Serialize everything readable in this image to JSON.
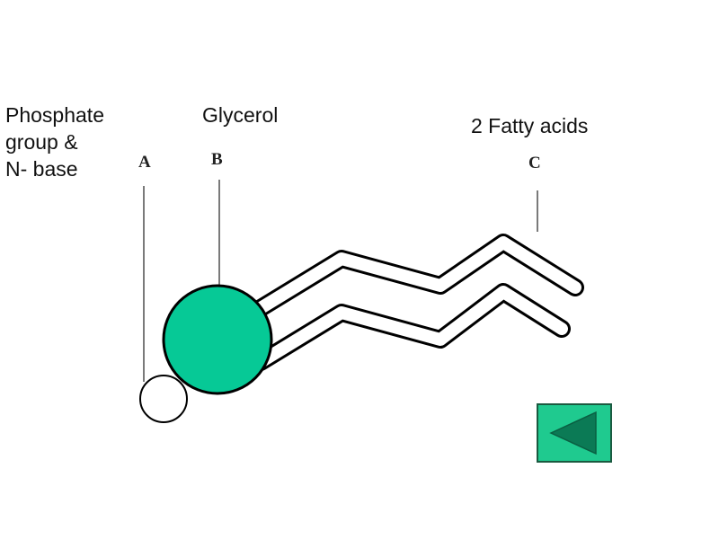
{
  "labels": {
    "phosphate": [
      "Phosphate",
      "group &",
      "N- base"
    ],
    "glycerol": "Glycerol",
    "fatty_acids": "2 Fatty acids"
  },
  "letters": {
    "a": "A",
    "b": "B",
    "c": "C"
  },
  "colors": {
    "glycerol_fill": "#06c996",
    "back_button_fill": "#1fca8f",
    "back_button_arrow": "#0b7a55"
  },
  "controls": {
    "back_button_icon": "left-triangle-icon"
  }
}
